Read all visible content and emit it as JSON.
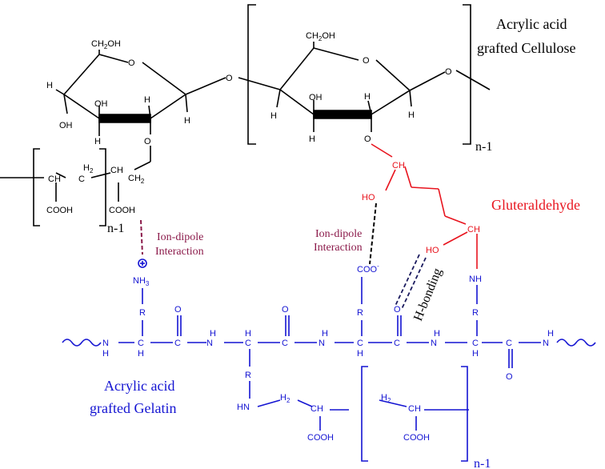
{
  "colors": {
    "cellulose": "#000000",
    "gelatin": "#1414d2",
    "crosslinker": "#e8141e",
    "interaction": "#8b1a4a"
  },
  "labels": {
    "cellulose_title_1": "Acrylic acid",
    "cellulose_title_2": "grafted Cellulose",
    "gelatin_title_1": "Acrylic acid",
    "gelatin_title_2": "grafted Gelatin",
    "crosslinker": "Gluteraldehyde",
    "ion_dipole_1_a": "Ion-dipole",
    "ion_dipole_1_b": "Interaction",
    "ion_dipole_2_a": "Ion-dipole",
    "ion_dipole_2_b": "Interaction",
    "h_bonding": "H-bonding"
  },
  "subscripts": {
    "cellulose_repeat": "n-1",
    "graft_repeat": "n-1",
    "gelatin_repeat": "n-1"
  },
  "atoms": {
    "ch2oh": "CH2OH",
    "oh": "OH",
    "h": "H",
    "o": "O",
    "ch": "CH",
    "h2": "H2",
    "ch2": "CH2",
    "cooh": "COOH",
    "nh": "NH",
    "hn": "HN",
    "nh3": "NH3",
    "r": "R",
    "coo": "COO",
    "minus": "-",
    "plus": "+",
    "c": "C",
    "n": "N"
  }
}
